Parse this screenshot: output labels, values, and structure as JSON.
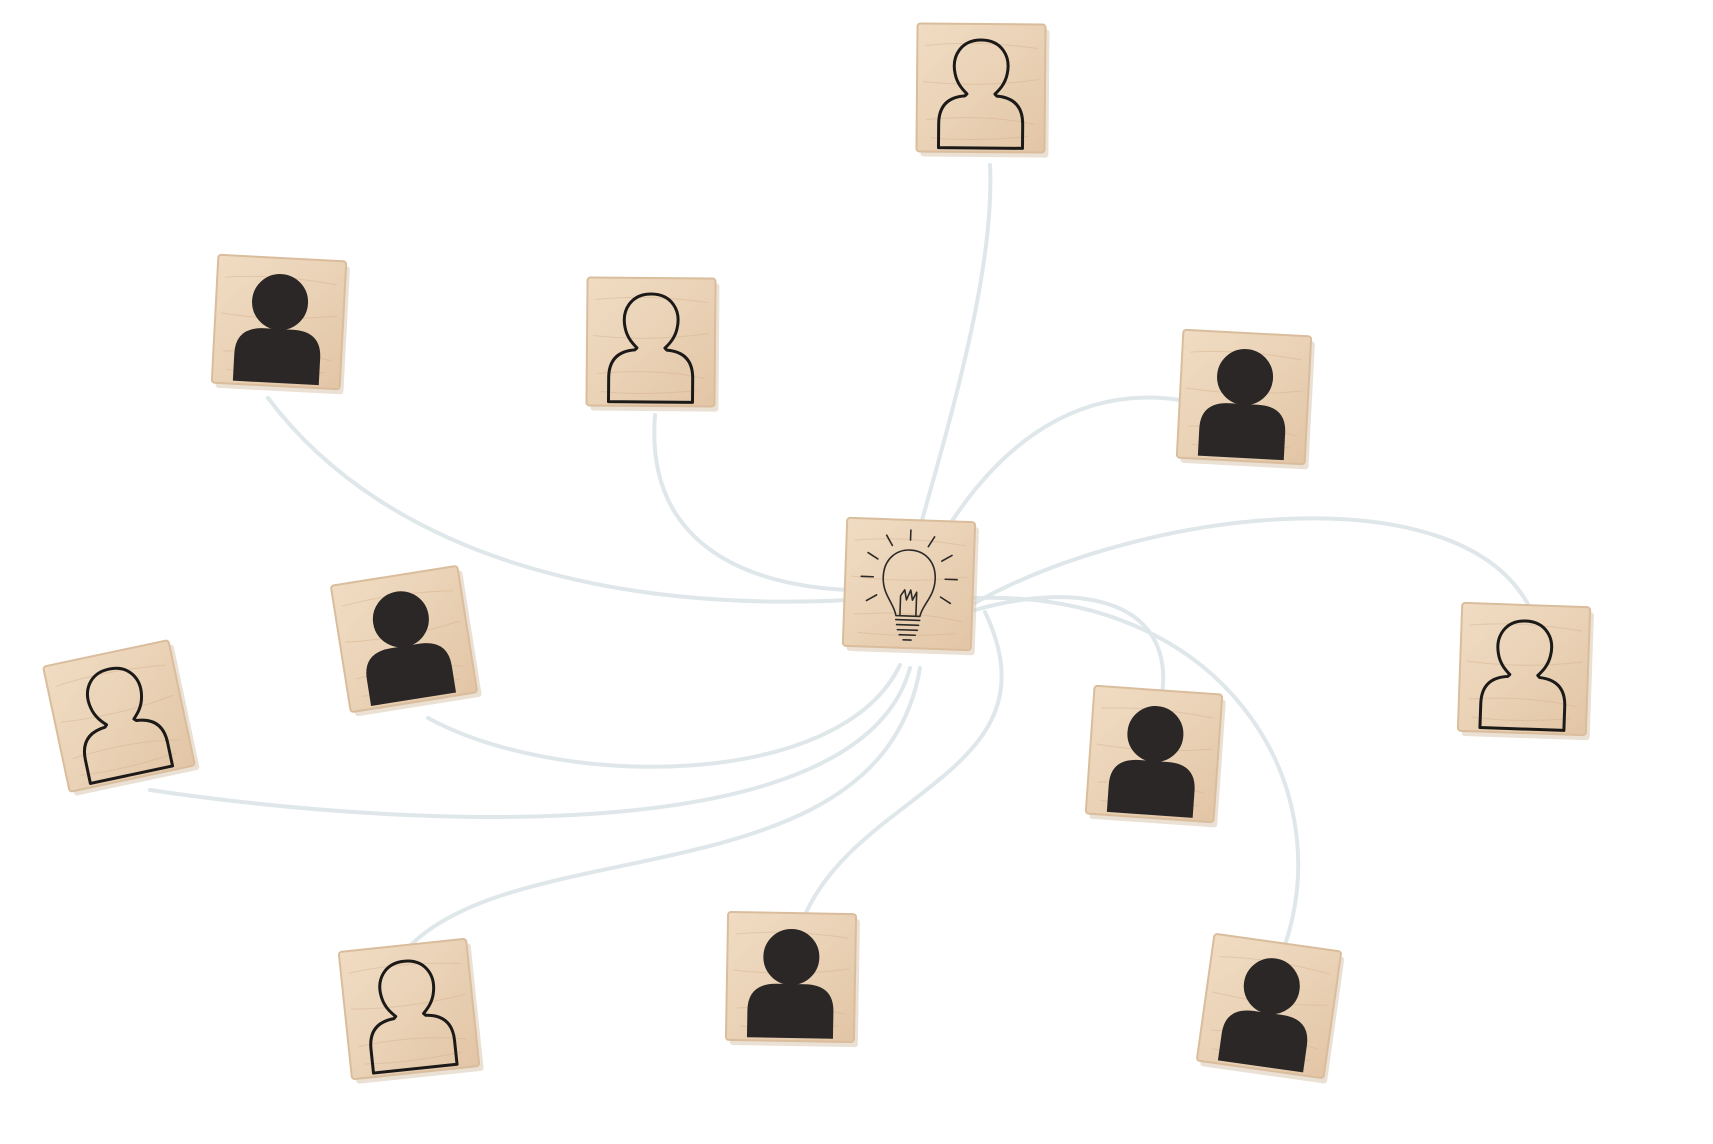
{
  "scene": {
    "background_color": "#ffffff",
    "string_color": "#dfe7ea",
    "tile_color": "#ead2b6",
    "ink_color": "#2a2726"
  },
  "hub": {
    "icon": "lightbulb-icon"
  },
  "tiles": [
    {
      "id": "top",
      "icon": "person-outline-icon",
      "style": "outline"
    },
    {
      "id": "upper-left",
      "icon": "person-solid-icon",
      "style": "solid"
    },
    {
      "id": "upper-middle",
      "icon": "person-outline-icon",
      "style": "outline"
    },
    {
      "id": "upper-right",
      "icon": "person-solid-icon",
      "style": "solid"
    },
    {
      "id": "middle-left",
      "icon": "person-solid-icon",
      "style": "solid"
    },
    {
      "id": "far-left",
      "icon": "person-outline-icon",
      "style": "outline"
    },
    {
      "id": "far-right",
      "icon": "person-outline-icon",
      "style": "outline"
    },
    {
      "id": "middle-right",
      "icon": "person-solid-icon",
      "style": "solid"
    },
    {
      "id": "bottom-left",
      "icon": "person-outline-icon",
      "style": "outline"
    },
    {
      "id": "bottom-middle",
      "icon": "person-solid-icon",
      "style": "solid"
    },
    {
      "id": "bottom-right",
      "icon": "person-solid-icon",
      "style": "solid"
    }
  ]
}
